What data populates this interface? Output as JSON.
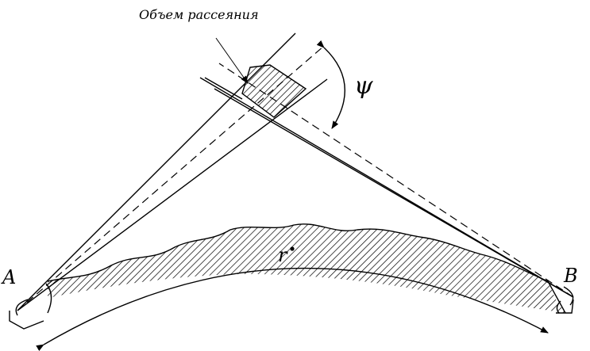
{
  "labels": {
    "title": "Объем рассеяния",
    "angle": "ψ",
    "point_a": "A",
    "point_b": "B",
    "center": "r"
  },
  "colors": {
    "ink": "#000000",
    "background": "#ffffff"
  }
}
